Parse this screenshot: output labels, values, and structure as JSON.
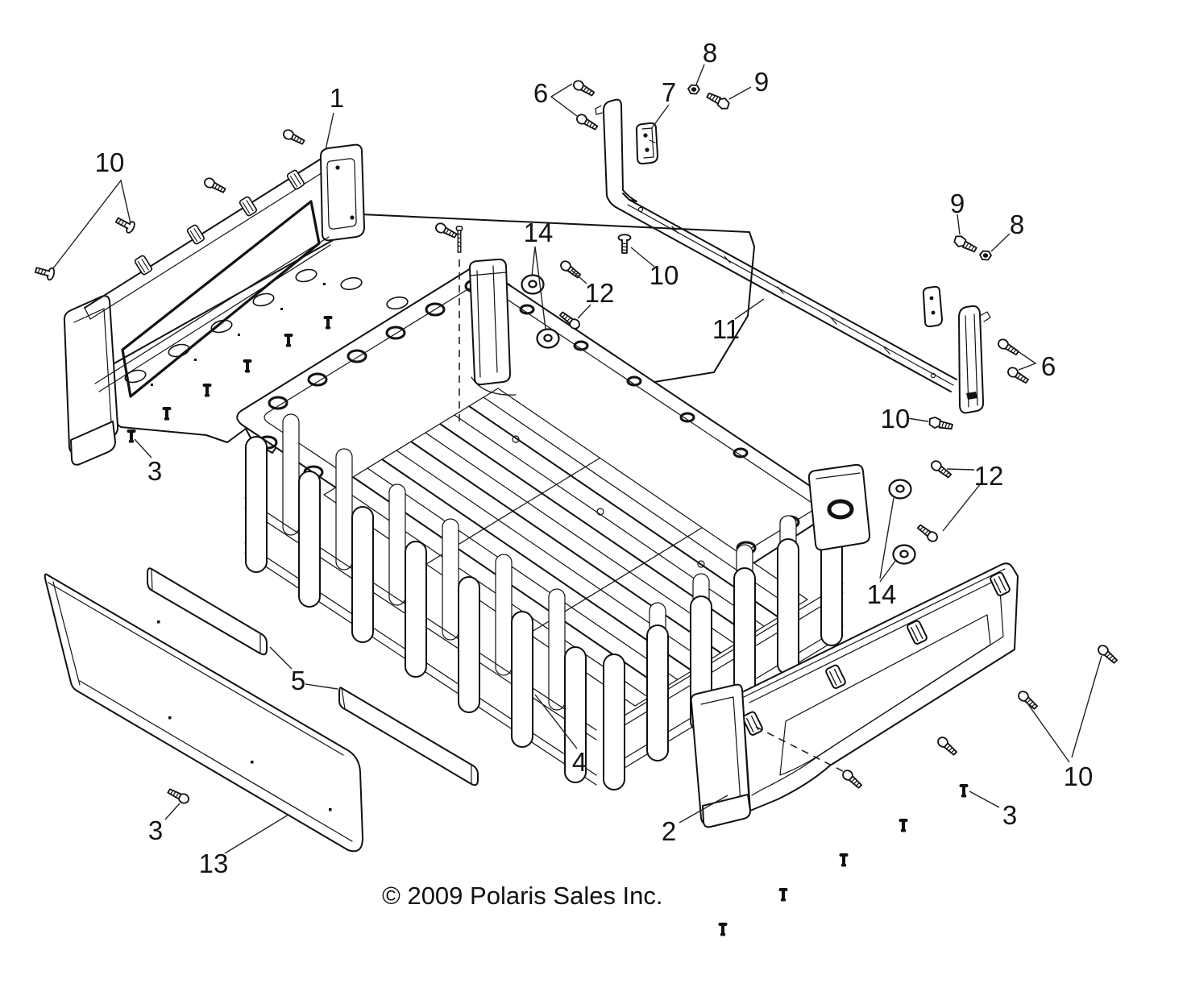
{
  "copyright": "© 2009 Polaris Sales Inc.",
  "callouts": [
    {
      "label": "1"
    },
    {
      "label": "10"
    },
    {
      "label": "3"
    },
    {
      "label": "6"
    },
    {
      "label": "7"
    },
    {
      "label": "8"
    },
    {
      "label": "9"
    },
    {
      "label": "10"
    },
    {
      "label": "11"
    },
    {
      "label": "12"
    },
    {
      "label": "14"
    },
    {
      "label": "9"
    },
    {
      "label": "8"
    },
    {
      "label": "6"
    },
    {
      "label": "10"
    },
    {
      "label": "12"
    },
    {
      "label": "14"
    },
    {
      "label": "5"
    },
    {
      "label": "4"
    },
    {
      "label": "2"
    },
    {
      "label": "13"
    },
    {
      "label": "3"
    },
    {
      "label": "3"
    },
    {
      "label": "10"
    }
  ]
}
